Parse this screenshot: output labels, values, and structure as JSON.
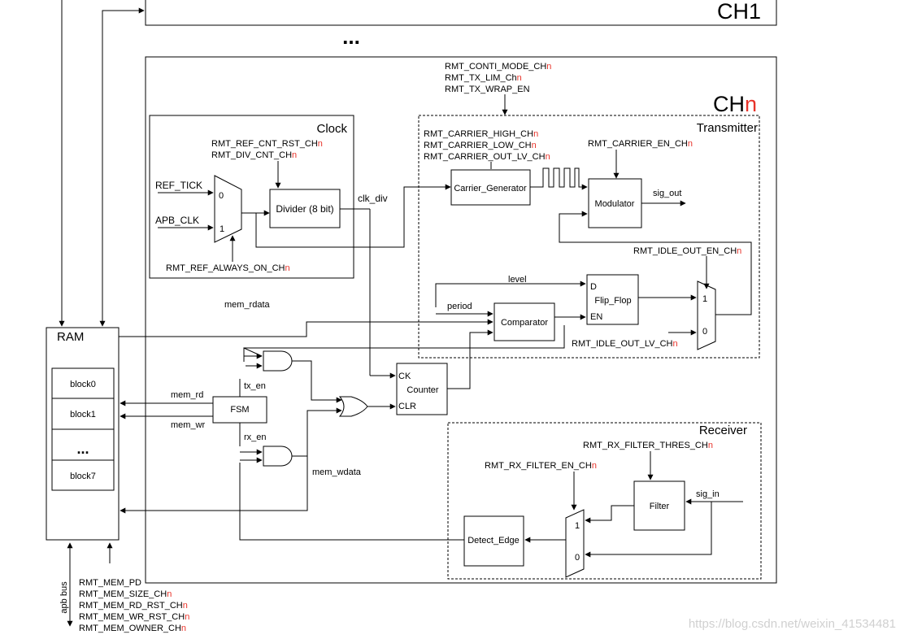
{
  "channels": {
    "ch1_title": "CH1",
    "ellipsis": "...",
    "chn_prefix": "CH",
    "chn_suffix": "n"
  },
  "config": {
    "conti_mode": "RMT_CONTI_MODE_CH",
    "tx_lim": "RMT_TX_LIM_Ch",
    "tx_wrap": "RMT_TX_WRAP_EN"
  },
  "clock": {
    "title": "Clock",
    "ref_cnt_rst": "RMT_REF_CNT_RST_CH",
    "div_cnt": "RMT_DIV_CNT_CH",
    "ref_tick": "REF_TICK",
    "apb_clk": "APB_CLK",
    "mux_in0": "0",
    "mux_in1": "1",
    "divider": "Divider (8 bit)",
    "ref_always_on": "RMT_REF_ALWAYS_ON_CH",
    "clk_div": "clk_div"
  },
  "transmitter": {
    "title": "Transmitter",
    "carrier_high": "RMT_CARRIER_HIGH_CH",
    "carrier_low": "RMT_CARRIER_LOW_CH",
    "carrier_out_lv": "RMT_CARRIER_OUT_LV_CH",
    "carrier_en": "RMT_CARRIER_EN_CH",
    "carrier_generator": "Carrier_Generator",
    "modulator": "Modulator",
    "sig_out": "sig_out",
    "idle_out_en": "RMT_IDLE_OUT_EN_CH",
    "level": "level",
    "period": "period",
    "comparator": "Comparator",
    "ff_d": "D",
    "ff_name": "Flip_Flop",
    "ff_en": "EN",
    "mux_in1": "1",
    "mux_in0": "0",
    "idle_out_lv": "RMT_IDLE_OUT_LV_CH"
  },
  "core": {
    "mem_rdata": "mem_rdata",
    "tx_en": "tx_en",
    "rx_en": "rx_en",
    "mem_rd": "mem_rd",
    "mem_wr": "mem_wr",
    "fsm": "FSM",
    "counter_ck": "CK",
    "counter": "Counter",
    "counter_clr": "CLR",
    "mem_wdata": "mem_wdata"
  },
  "ram": {
    "title": "RAM",
    "blocks": [
      "block0",
      "block1",
      "...",
      "block7"
    ],
    "apb_bus": "apb bus",
    "mem_pd": "RMT_MEM_PD",
    "mem_size": "RMT_MEM_SIZE_CH",
    "mem_rd_rst": "RMT_MEM_RD_RST_CH",
    "mem_wr_rst": "RMT_MEM_WR_RST_CH",
    "mem_owner": "RMT_MEM_OWNER_CH"
  },
  "receiver": {
    "title": "Receiver",
    "filter_thres": "RMT_RX_FILTER_THRES_CH",
    "filter_en": "RMT_RX_FILTER_EN_CH",
    "filter": "Filter",
    "sig_in": "sig_in",
    "mux_in1": "1",
    "mux_in0": "0",
    "detect_edge": "Detect_Edge"
  },
  "watermark": "https://blog.csdn.net/weixin_41534481"
}
